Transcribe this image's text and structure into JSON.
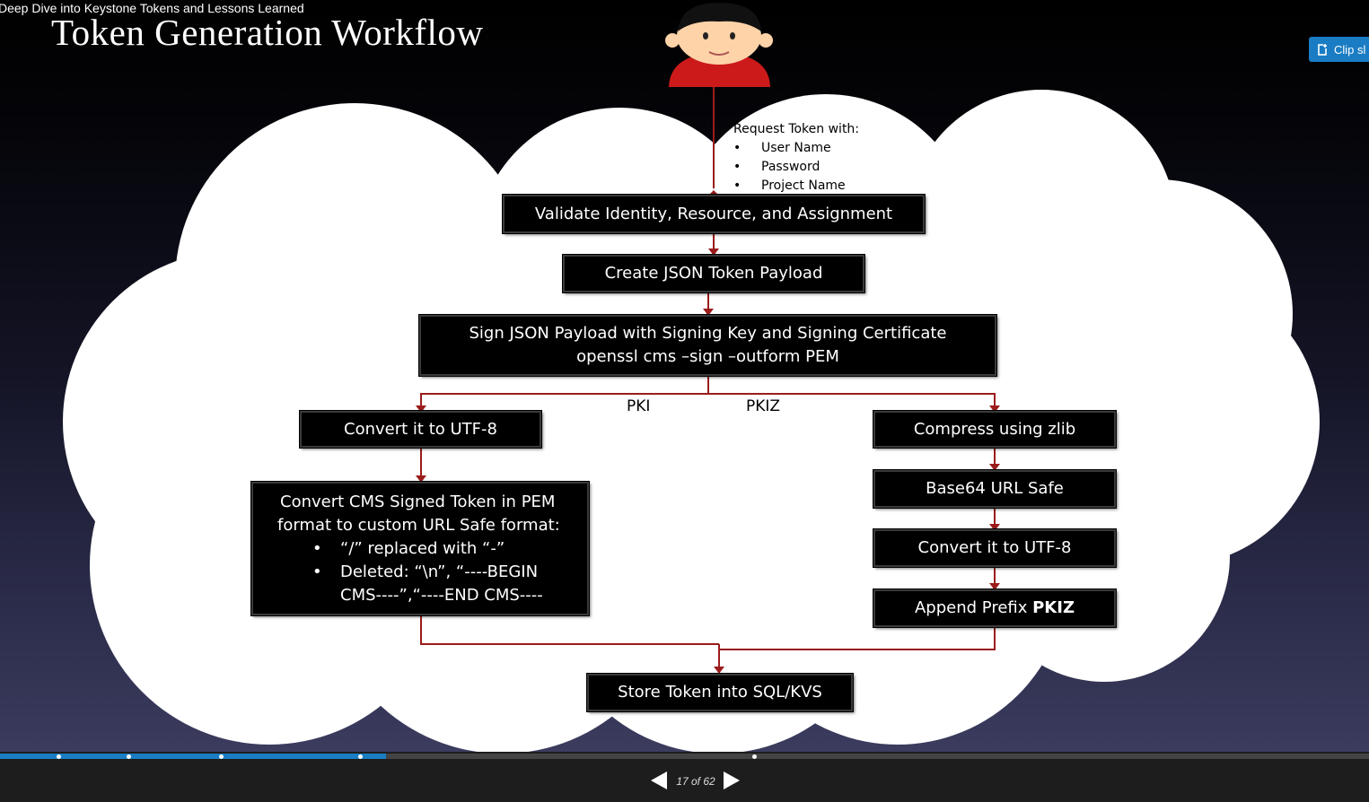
{
  "deck_title": "Deep Dive into Keystone Tokens and Lessons Learned",
  "slide": {
    "heading": "Token Generation Workflow",
    "request": {
      "title": "Request Token with:",
      "items": [
        "User Name",
        "Password",
        "Project Name"
      ]
    },
    "steps": {
      "validate": "Validate Identity, Resource, and Assignment",
      "create_payload": "Create JSON Token Payload",
      "sign_line1": "Sign JSON Payload with Signing Key and Signing Certificate",
      "sign_line2": "openssl cms –sign –outform PEM",
      "pki_utf8": "Convert it to UTF-8",
      "cms_head1": "Convert CMS Signed Token in PEM",
      "cms_head2": "format to custom URL Safe format:",
      "cms_bullet1": "“/” replaced with “-”",
      "cms_bullet2_line1": "Deleted: “\\n”, “----BEGIN",
      "cms_bullet2_line2": "CMS----”,“----END CMS----",
      "compress": "Compress using zlib",
      "base64": "Base64 URL Safe",
      "pkiz_utf8": "Convert it to UTF-8",
      "append_prefix": "Append Prefix ",
      "append_prefix_bold": "PKIZ",
      "store": "Store Token into SQL/KVS"
    },
    "branch_labels": {
      "pki": "PKI",
      "pkiz": "PKIZ"
    }
  },
  "clip_button": {
    "label": "Clip sl",
    "icon": "clip-icon"
  },
  "player": {
    "counter": "17 of 62",
    "current_slide": 17,
    "total_slides": 62,
    "prev_icon": "triangle-left-icon",
    "next_icon": "triangle-right-icon",
    "accent_color": "#1a7dc4"
  }
}
